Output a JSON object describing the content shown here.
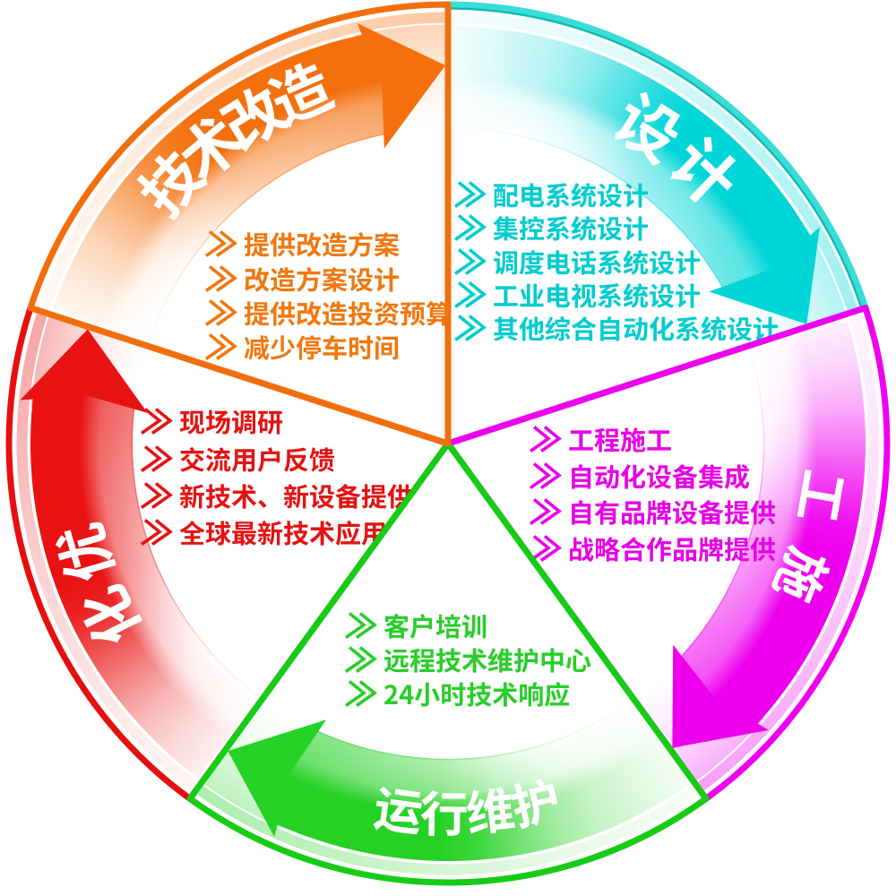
{
  "diagram": {
    "type": "circular-process-cycle",
    "sectors": [
      {
        "id": "design",
        "label": "设计",
        "color": "#00D6D8",
        "items": [
          "配电系统设计",
          "集控系统设计",
          "调度电话系统设计",
          "工业电视系统设计",
          "其他综合自动化系统设计"
        ]
      },
      {
        "id": "construction",
        "label": "施工",
        "color": "#EE00EE",
        "items": [
          "工程施工",
          "自动化设备集成",
          "自有品牌设备提供",
          "战略合作品牌提供"
        ]
      },
      {
        "id": "operation-maintenance",
        "label": "运行维护",
        "color": "#26D126",
        "items": [
          "客户培训",
          "远程技术维护中心",
          "24小时技术响应"
        ]
      },
      {
        "id": "optimization",
        "label": "优化",
        "color": "#E91212",
        "items": [
          "现场调研",
          "交流用户反馈",
          "新技术、新设备提供",
          "全球最新技术应用"
        ]
      },
      {
        "id": "technical-renovation",
        "label": "技术改造",
        "color": "#F4700D",
        "items": [
          "提供改造方案",
          "改造方案设计",
          "提供改造投资预算",
          "减少停车时间"
        ]
      }
    ]
  }
}
